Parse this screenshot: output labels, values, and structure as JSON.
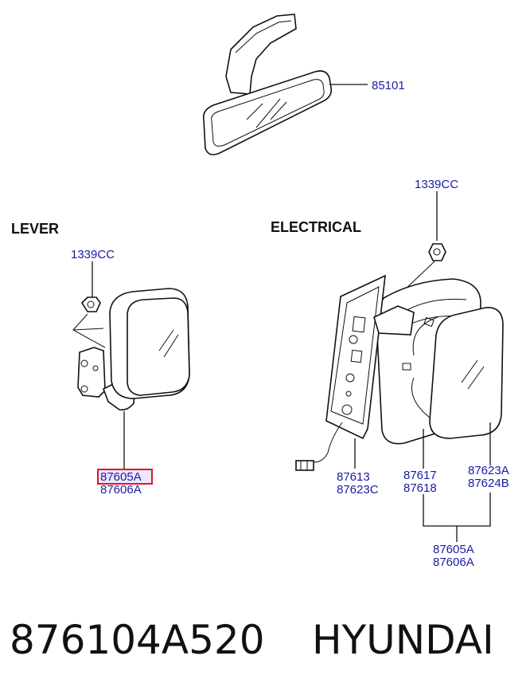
{
  "sections": {
    "lever": "LEVER",
    "electrical": "ELECTRICAL"
  },
  "parts": {
    "p85101": "85101",
    "p1339cc_right": "1339CC",
    "p1339cc_left": "1339CC",
    "p87605a_left": "87605A",
    "p87606a_left": "87606A",
    "p87613": "87613",
    "p87623c": "87623C",
    "p87617": "87617",
    "p87618": "87618",
    "p87623a": "87623A",
    "p87624b": "87624B",
    "p87605a_right": "87605A",
    "p87606a_right": "87606A"
  },
  "footer": {
    "part_number": "876104A520",
    "brand": "HYUNDAI"
  },
  "colors": {
    "label": "#1a1aa6",
    "highlight": "#d81b1b",
    "line": "#111111"
  }
}
